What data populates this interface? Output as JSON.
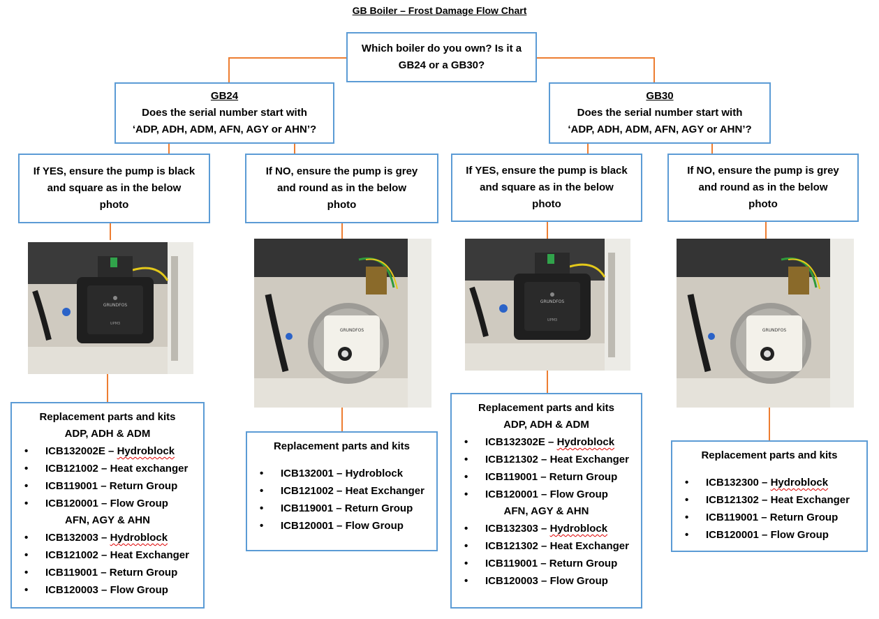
{
  "title": "GB Boiler – Frost Damage Flow Chart",
  "question": {
    "line1": "Which boiler do you own? Is it a",
    "line2": "GB24 or a GB30?"
  },
  "gb24": {
    "heading": "GB24",
    "line1": "Does the serial number start with",
    "line2": "‘ADP, ADH, ADM, AFN, AGY or AHN’?",
    "yes": {
      "line1": "If YES, ensure the pump is black",
      "line2": "and square as in the below",
      "line3": "photo"
    },
    "no": {
      "line1": "If NO, ensure the pump is grey",
      "line2": "and round as in the below",
      "line3": "photo"
    },
    "yes_parts": {
      "header": "Replacement parts and kits",
      "group1_title": "ADP, ADH & ADM",
      "group1": [
        {
          "code": "ICB132002E –",
          "name": "Hydroblock"
        },
        {
          "code": "ICB121002 –",
          "name": "Heat exchanger"
        },
        {
          "code": "ICB119001 –",
          "name": "Return Group"
        },
        {
          "code": "ICB120001 –",
          "name": "Flow Group"
        }
      ],
      "group2_title": "AFN, AGY & AHN",
      "group2": [
        {
          "code": "ICB132003 –",
          "name": "Hydroblock"
        },
        {
          "code": "ICB121002 –",
          "name": "Heat Exchanger"
        },
        {
          "code": "ICB119001 –",
          "name": "Return Group"
        },
        {
          "code": "ICB120003 –",
          "name": "Flow Group"
        }
      ]
    },
    "no_parts": {
      "header": "Replacement parts and kits",
      "items": [
        {
          "code": "ICB132001 –",
          "name": "Hydroblock"
        },
        {
          "code": "ICB121002 –",
          "name": "Heat Exchanger"
        },
        {
          "code": "ICB119001 –",
          "name": "Return Group"
        },
        {
          "code": "ICB120001 –",
          "name": "Flow Group"
        }
      ]
    }
  },
  "gb30": {
    "heading": "GB30",
    "line1": "Does the serial number start with",
    "line2": "‘ADP, ADH, ADM, AFN, AGY or AHN’?",
    "yes": {
      "line1": "If YES, ensure the pump is black",
      "line2": "and square as in the below",
      "line3": "photo"
    },
    "no": {
      "line1": "If NO, ensure the pump is grey",
      "line2": "and round as in the below",
      "line3": "photo"
    },
    "yes_parts": {
      "header": "Replacement parts and kits",
      "group1_title": "ADP, ADH & ADM",
      "group1": [
        {
          "code": "ICB132302E –",
          "name": "Hydroblock"
        },
        {
          "code": "ICB121302 –",
          "name": "Heat Exchanger"
        },
        {
          "code": "ICB119001 –",
          "name": "Return Group"
        },
        {
          "code": "ICB120001 –",
          "name": "Flow Group"
        }
      ],
      "group2_title": "AFN, AGY & AHN",
      "group2": [
        {
          "code": "ICB132303 –",
          "name": "Hydroblock"
        },
        {
          "code": "ICB121302 –",
          "name": "Heat Exchanger"
        },
        {
          "code": "ICB119001 –",
          "name": "Return Group"
        },
        {
          "code": "ICB120003 –",
          "name": "Flow Group"
        }
      ]
    },
    "no_parts": {
      "header": "Replacement parts and kits",
      "items": [
        {
          "code": "ICB132300 –",
          "name": "Hydroblock"
        },
        {
          "code": "ICB121302 –",
          "name": "Heat Exchanger"
        },
        {
          "code": "ICB119001 –",
          "name": "Return Group"
        },
        {
          "code": "ICB120001 –",
          "name": "Flow Group"
        }
      ]
    }
  },
  "photos": {
    "black_pump": {
      "brand": "GRUNDFOS",
      "model": "UPM3"
    },
    "grey_pump": {
      "brand": "GRUNDFOS"
    }
  },
  "colors": {
    "box_border": "#5b9bd5",
    "connector": "#ed7d31",
    "spellcheck": "#e00000"
  }
}
